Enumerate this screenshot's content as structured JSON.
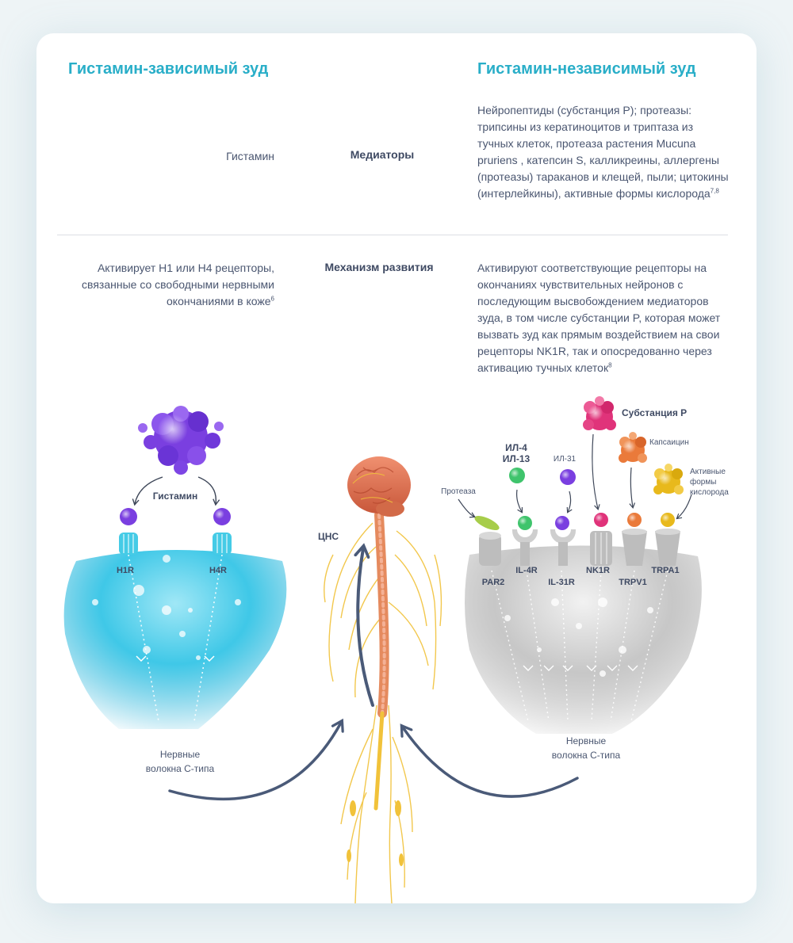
{
  "table": {
    "left_heading": "Гистамин-зависимый зуд",
    "right_heading": "Гистамин-независимый зуд",
    "rows": [
      {
        "label": "Медиаторы",
        "left": "Гистамин",
        "right": "Нейропептиды (субстанция P); протеазы: трипсины из кератиноцитов и триптаза из тучных клеток, протеаза растения Mucuna pruriens , катепсин S, калликреины, аллергены (протеазы) тараканов и клещей, пыли; цитокины (интерлейкины), активные формы кислорода",
        "right_sup": "7,8"
      },
      {
        "label": "Механизм развития",
        "left": "Активирует H1 или H4 рецепторы, связанные со свободными нервными окончаниями в коже",
        "left_sup": "6",
        "right": "Активируют соответствующие рецепторы на окончаниях чувствительных нейронов с последующим высвобождением медиаторов зуда, в том числе субстанции P, которая может вызвать зуд как прямым воздействием на свои рецепторы NK1R, так и опосредованно через активацию тучных клеток",
        "right_sup": "8"
      }
    ]
  },
  "diagram": {
    "left": {
      "ligand": "Гистамин",
      "receptors": [
        "H1R",
        "H4R"
      ],
      "nerve_label_line1": "Нервные",
      "nerve_label_line2": "волокна С-типа"
    },
    "center": {
      "cns_label": "ЦНС"
    },
    "right": {
      "substance_p": "Субстанция P",
      "capsaicin": "Капсаицин",
      "ros_line1": "Активные",
      "ros_line2": "формы",
      "ros_line3": "кислорода",
      "il4_line1": "ИЛ-4",
      "il4_line2": "ИЛ-13",
      "il31": "ИЛ-31",
      "protease": "Протеаза",
      "receptors": [
        "PAR2",
        "IL-4R",
        "IL-31R",
        "NK1R",
        "TRPV1",
        "TRPA1"
      ],
      "nerve_label_line1": "Нервные",
      "nerve_label_line2": "волокна С-типа"
    }
  },
  "colors": {
    "heading": "#29aec8",
    "text": "#4a5670",
    "histamine": "#7a3fe0",
    "skin_cyan": "#2fc2e3",
    "nerve": "#f1c23a",
    "brain": "#e07a55",
    "arrow": "#4a5a78",
    "substance_p": "#e0337a",
    "capsaicin": "#ea7a3a",
    "ros": "#e8b91c",
    "il4": "#3fc46c",
    "protease": "#a7cd4a"
  }
}
